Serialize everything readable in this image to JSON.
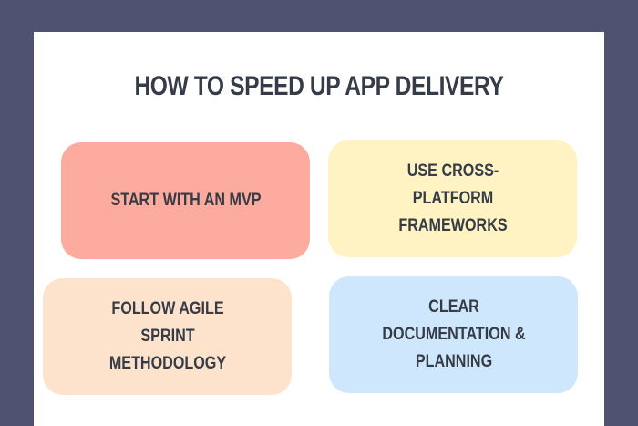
{
  "title": "HOW TO SPEED UP APP DELIVERY",
  "cards": [
    {
      "label": "START WITH AN MVP",
      "color": "#fdaa9f"
    },
    {
      "label": "USE CROSS-\nPLATFORM\nFRAMEWORKS",
      "color": "#fff2c3"
    },
    {
      "label": "FOLLOW AGILE\nSPRINT\nMETHODOLOGY",
      "color": "#fde3cc"
    },
    {
      "label": "CLEAR\nDOCUMENTATION &\nPLANNING",
      "color": "#cfe7fd"
    }
  ]
}
